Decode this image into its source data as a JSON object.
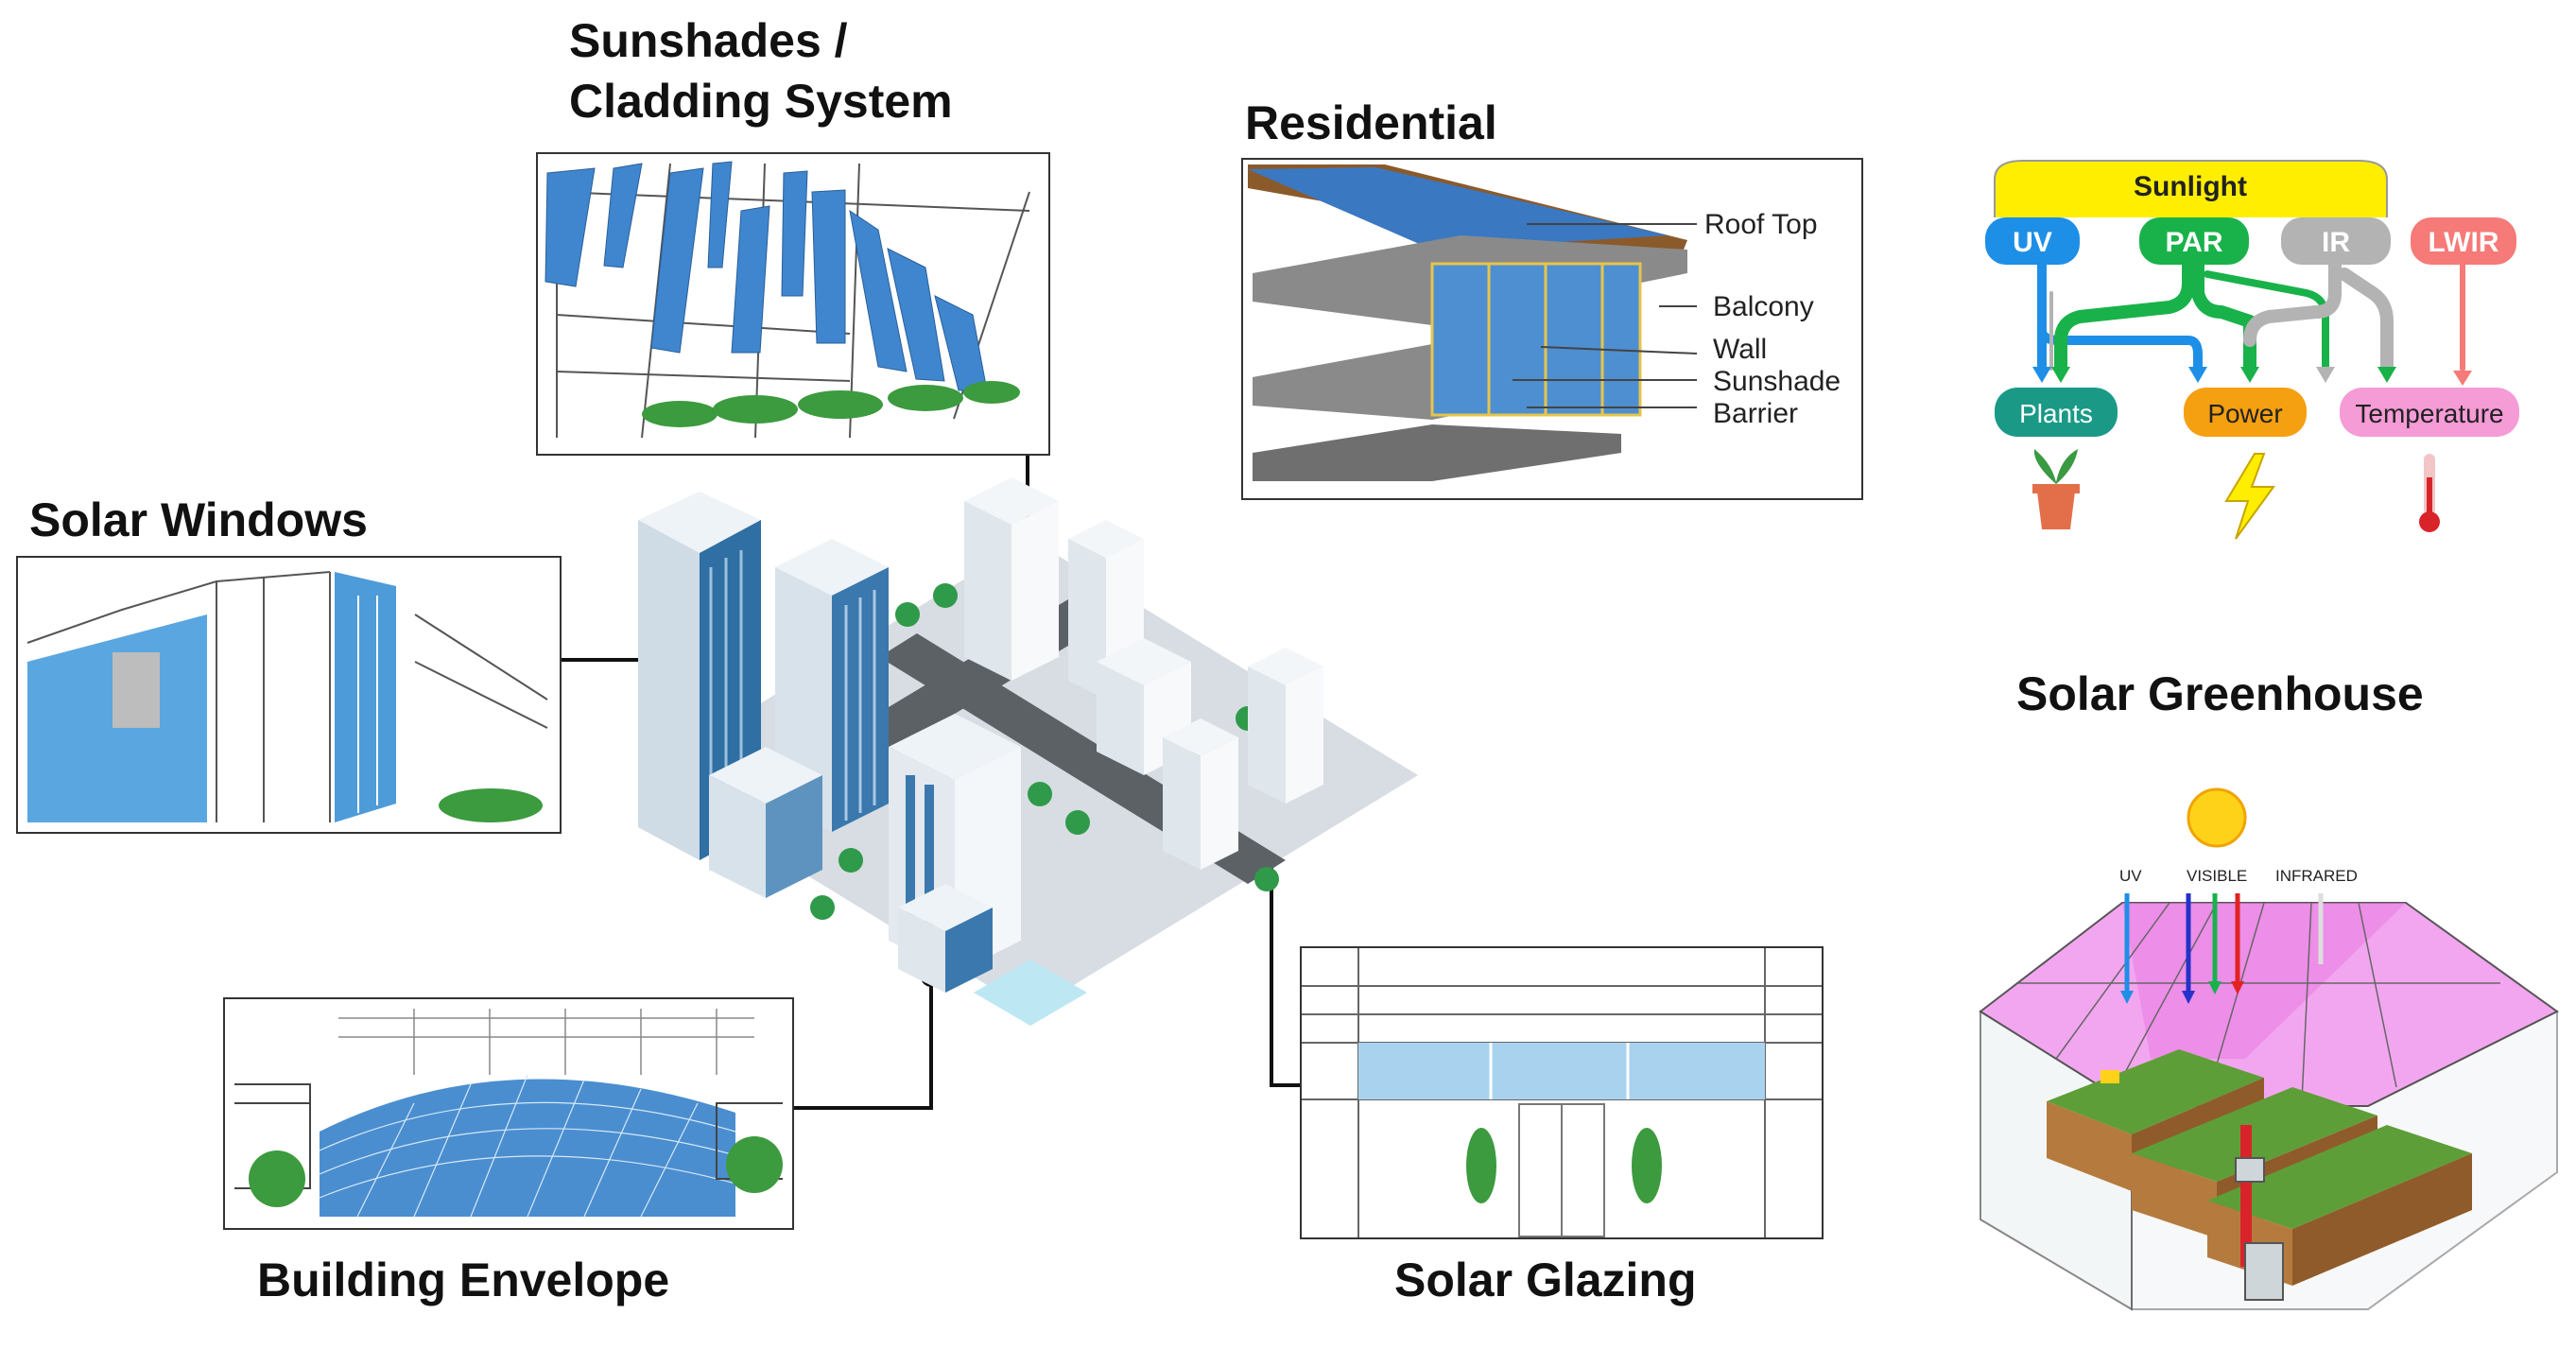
{
  "titles": {
    "sunshades": "Sunshades /",
    "cladding": "Cladding System",
    "residential": "Residential",
    "solar_windows": "Solar Windows",
    "building_envelope": "Building Envelope",
    "solar_glazing": "Solar Glazing",
    "solar_greenhouse": "Solar Greenhouse"
  },
  "residential_labels": {
    "roof_top": "Roof Top",
    "balcony": "Balcony",
    "wall": "Wall",
    "sunshade": "Sunshade",
    "barrier": "Barrier"
  },
  "spectrum": {
    "sunlight": "Sunlight",
    "uv": "UV",
    "par": "PAR",
    "ir": "IR",
    "lwir": "LWIR",
    "plants": "Plants",
    "power": "Power",
    "temperature": "Temperature",
    "colors": {
      "sunlight": "#ffee00",
      "uv": "#1e8fe6",
      "par": "#19b24a",
      "ir": "#b3b3b3",
      "lwir": "#f57a78",
      "plants": "#1a9a86",
      "power": "#f5a011",
      "temperature": "#f59bd6"
    }
  },
  "greenhouse_labels": {
    "uv": "UV",
    "visible": "VISIBLE",
    "infrared": "INFRARED"
  }
}
